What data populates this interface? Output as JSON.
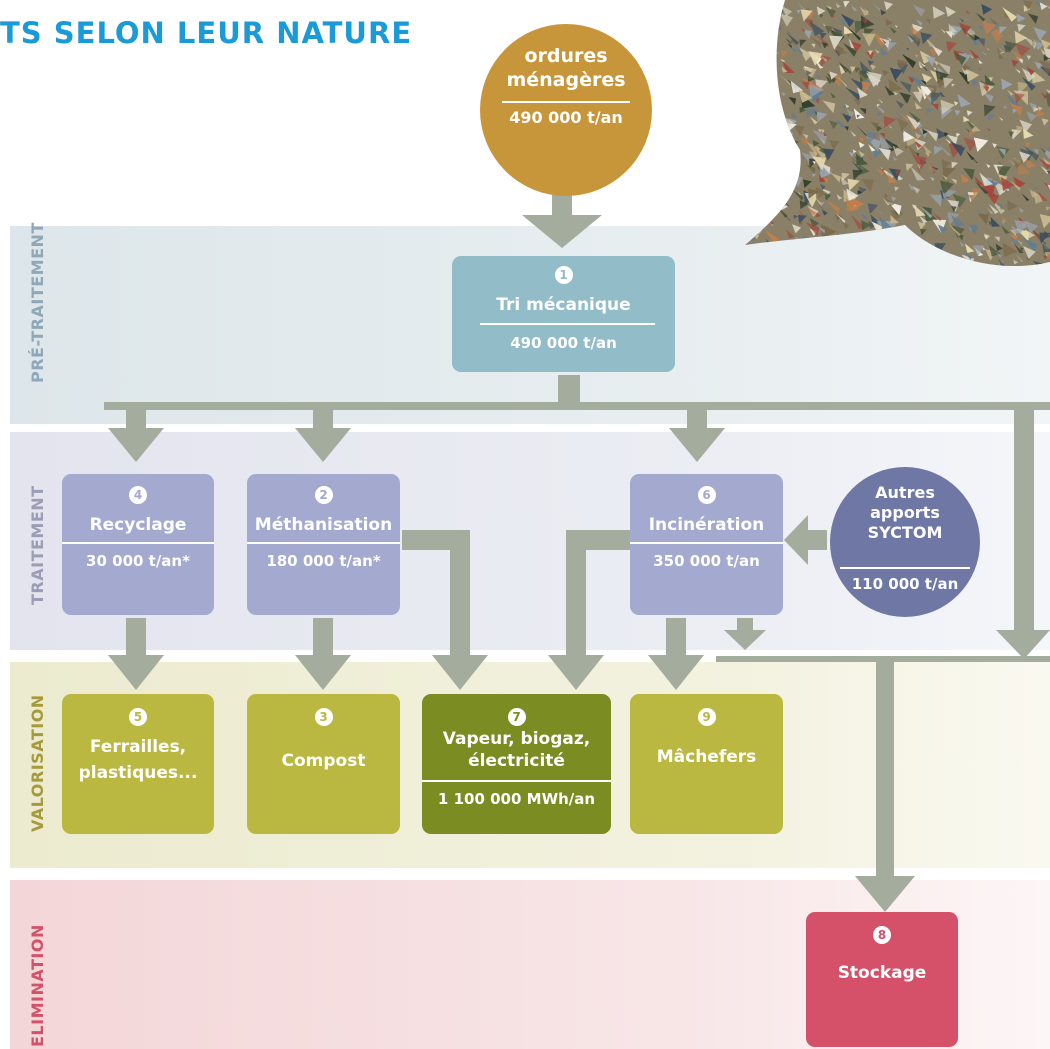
{
  "title": "TS SELON LEUR NATURE",
  "bands": {
    "pretraitement": "PRÉ-TRAITEMENT",
    "traitement": "TRAITEMENT",
    "valorisation": "VALORISATION",
    "elimination": "ELIMINATION"
  },
  "source": {
    "line1": "ordures",
    "line2": "ménagères",
    "value": "490 000 t/an"
  },
  "tri": {
    "num": "1",
    "label": "Tri mécanique",
    "value": "490 000 t/an"
  },
  "recyclage": {
    "num": "4",
    "label": "Recyclage",
    "value": "30 000 t/an*"
  },
  "methanisation": {
    "num": "2",
    "label": "Méthanisation",
    "value": "180 000 t/an*"
  },
  "incineration": {
    "num": "6",
    "label": "Incinération",
    "value": "350 000 t/an"
  },
  "autres": {
    "line1": "Autres",
    "line2": "apports",
    "line3": "SYCTOM",
    "value": "110 000 t/an"
  },
  "ferrailles": {
    "num": "5",
    "line1": "Ferrailles,",
    "line2": "plastiques..."
  },
  "compost": {
    "num": "3",
    "label": "Compost"
  },
  "vapeur": {
    "num": "7",
    "line1": "Vapeur, biogaz,",
    "line2": "électricité",
    "value": "1 100 000 MWh/an"
  },
  "machefers": {
    "num": "9",
    "label": "Mâchefers"
  },
  "stockage": {
    "num": "8",
    "label": "Stockage"
  },
  "colors": {
    "title": "#1a9ad6",
    "source": "#c8963a",
    "tri": "#92bcc8",
    "traitement": "#a4a9cf",
    "autres": "#6f77a4",
    "valorisation": "#bab840",
    "vapeur": "#7a8c22",
    "stockage": "#d5516a",
    "arrow": "#a3ac9d"
  }
}
